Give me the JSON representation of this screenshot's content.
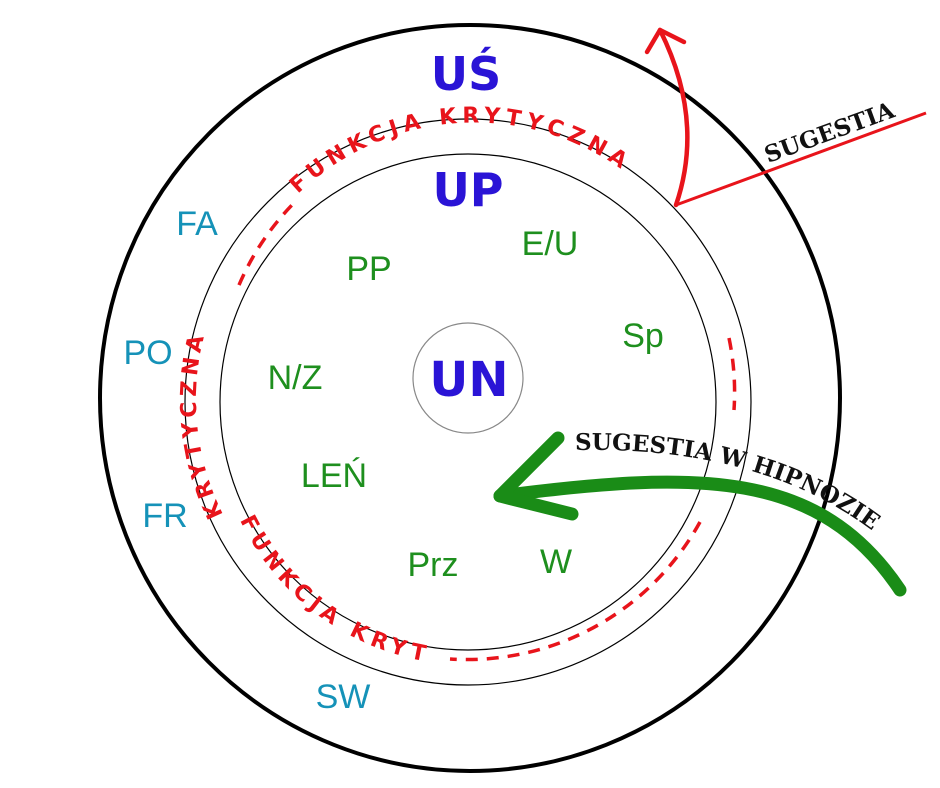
{
  "colors": {
    "outline": "#000000",
    "inner_outline": "#555555",
    "zone_labels": "#2a14d6",
    "outer_labels": "#1592b8",
    "inner_labels": "#1e8f1e",
    "critical": "#e8141b",
    "hypnosis_arrow": "#1a8c17"
  },
  "zones": {
    "outer": "UŚ",
    "middle": "UP",
    "core": "UN"
  },
  "critical_function": {
    "top": "FUNKCJA KRYTYCZNA",
    "left": "KRYTYCZNA",
    "bottom": "FUNKCJA KRYTYCZNA"
  },
  "outer_labels": [
    "FA",
    "PO",
    "FR",
    "SW"
  ],
  "inner_labels": [
    "PP",
    "E/U",
    "Sp",
    "N/Z",
    "LEŃ",
    "Prz",
    "W"
  ],
  "arrows": {
    "suggestion": "SUGESTIA",
    "suggestion_in_hypnosis": "SUGESTIA W HIPNOZIE"
  }
}
